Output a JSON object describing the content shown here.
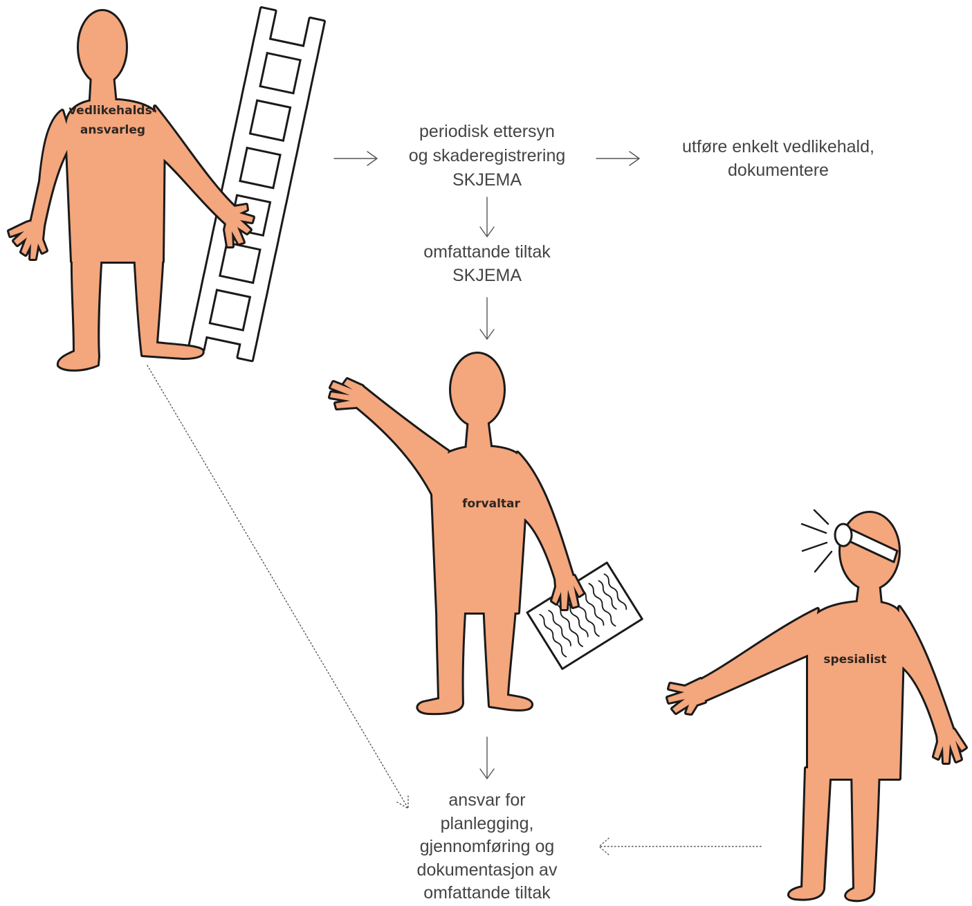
{
  "figures": {
    "maintenance_responsible": {
      "label_line1": "vedlikehalds-",
      "label_line2": "ansvarleg"
    },
    "manager": {
      "label": "forvaltar"
    },
    "specialist": {
      "label": "spesialist"
    }
  },
  "steps": {
    "periodic_inspection": {
      "lines": [
        "periodisk ettersyn",
        "og skaderegistrering",
        "SKJEMA"
      ]
    },
    "simple_maintenance": {
      "lines": [
        "utføre enkelt vedlikehald,",
        "dokumentere"
      ]
    },
    "extensive_measures": {
      "lines": [
        "omfattande tiltak",
        "SKJEMA"
      ]
    },
    "responsibility": {
      "lines": [
        "ansvar for",
        "planlegging,",
        "gjennomføring og",
        "dokumentasjon av",
        "omfattande tiltak"
      ]
    }
  },
  "colors": {
    "figure_fill": "#F4A67D",
    "outline": "#1a1a1a",
    "text": "#444444",
    "label": "#2e2622"
  }
}
